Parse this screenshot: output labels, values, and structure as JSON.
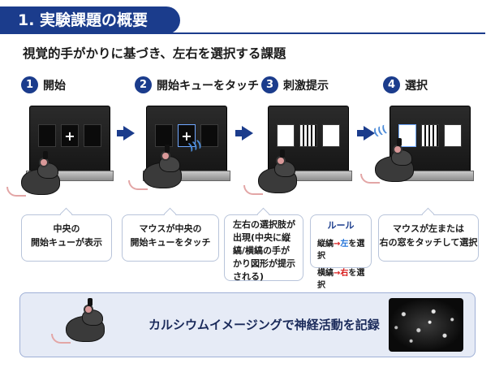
{
  "header": {
    "title": "1. 実験課題の概要",
    "subtitle": "視覚的手がかりに基づき、左右を選択する課題"
  },
  "steps": [
    {
      "number": "1",
      "label": "開始",
      "bubble": [
        "中央の",
        "開始キューが表示"
      ]
    },
    {
      "number": "2",
      "label": "開始キューをタッチ",
      "bubble": [
        "マウスが中央の",
        "開始キューをタッチ"
      ]
    },
    {
      "number": "3",
      "label": "刺激提示",
      "bubble": [
        "左右の選択肢が",
        "出現(中央に縦",
        "縞/横縞の手が",
        "かり図形が提示",
        "される)"
      ]
    },
    {
      "number": "4",
      "label": "選択",
      "bubble": [
        "マウスが左または",
        "右の窓をタッチして選択"
      ]
    }
  ],
  "rule": {
    "title": "ルール",
    "line1": {
      "prefix": "縦縞",
      "arrow": "→",
      "side": "左",
      "suffix": "を選択"
    },
    "line2": {
      "prefix": "横縞",
      "arrow": "→",
      "side": "右",
      "suffix": "を選択"
    }
  },
  "screen_glyphs": {
    "cross": "+"
  },
  "footer": {
    "text": "カルシウムイメージングで神経活動を記録"
  },
  "colors": {
    "primary": "#1b3c8c",
    "accent_blue": "#1b6fd8",
    "accent_red": "#d92020",
    "footer_bg": "#e6ebf6"
  }
}
